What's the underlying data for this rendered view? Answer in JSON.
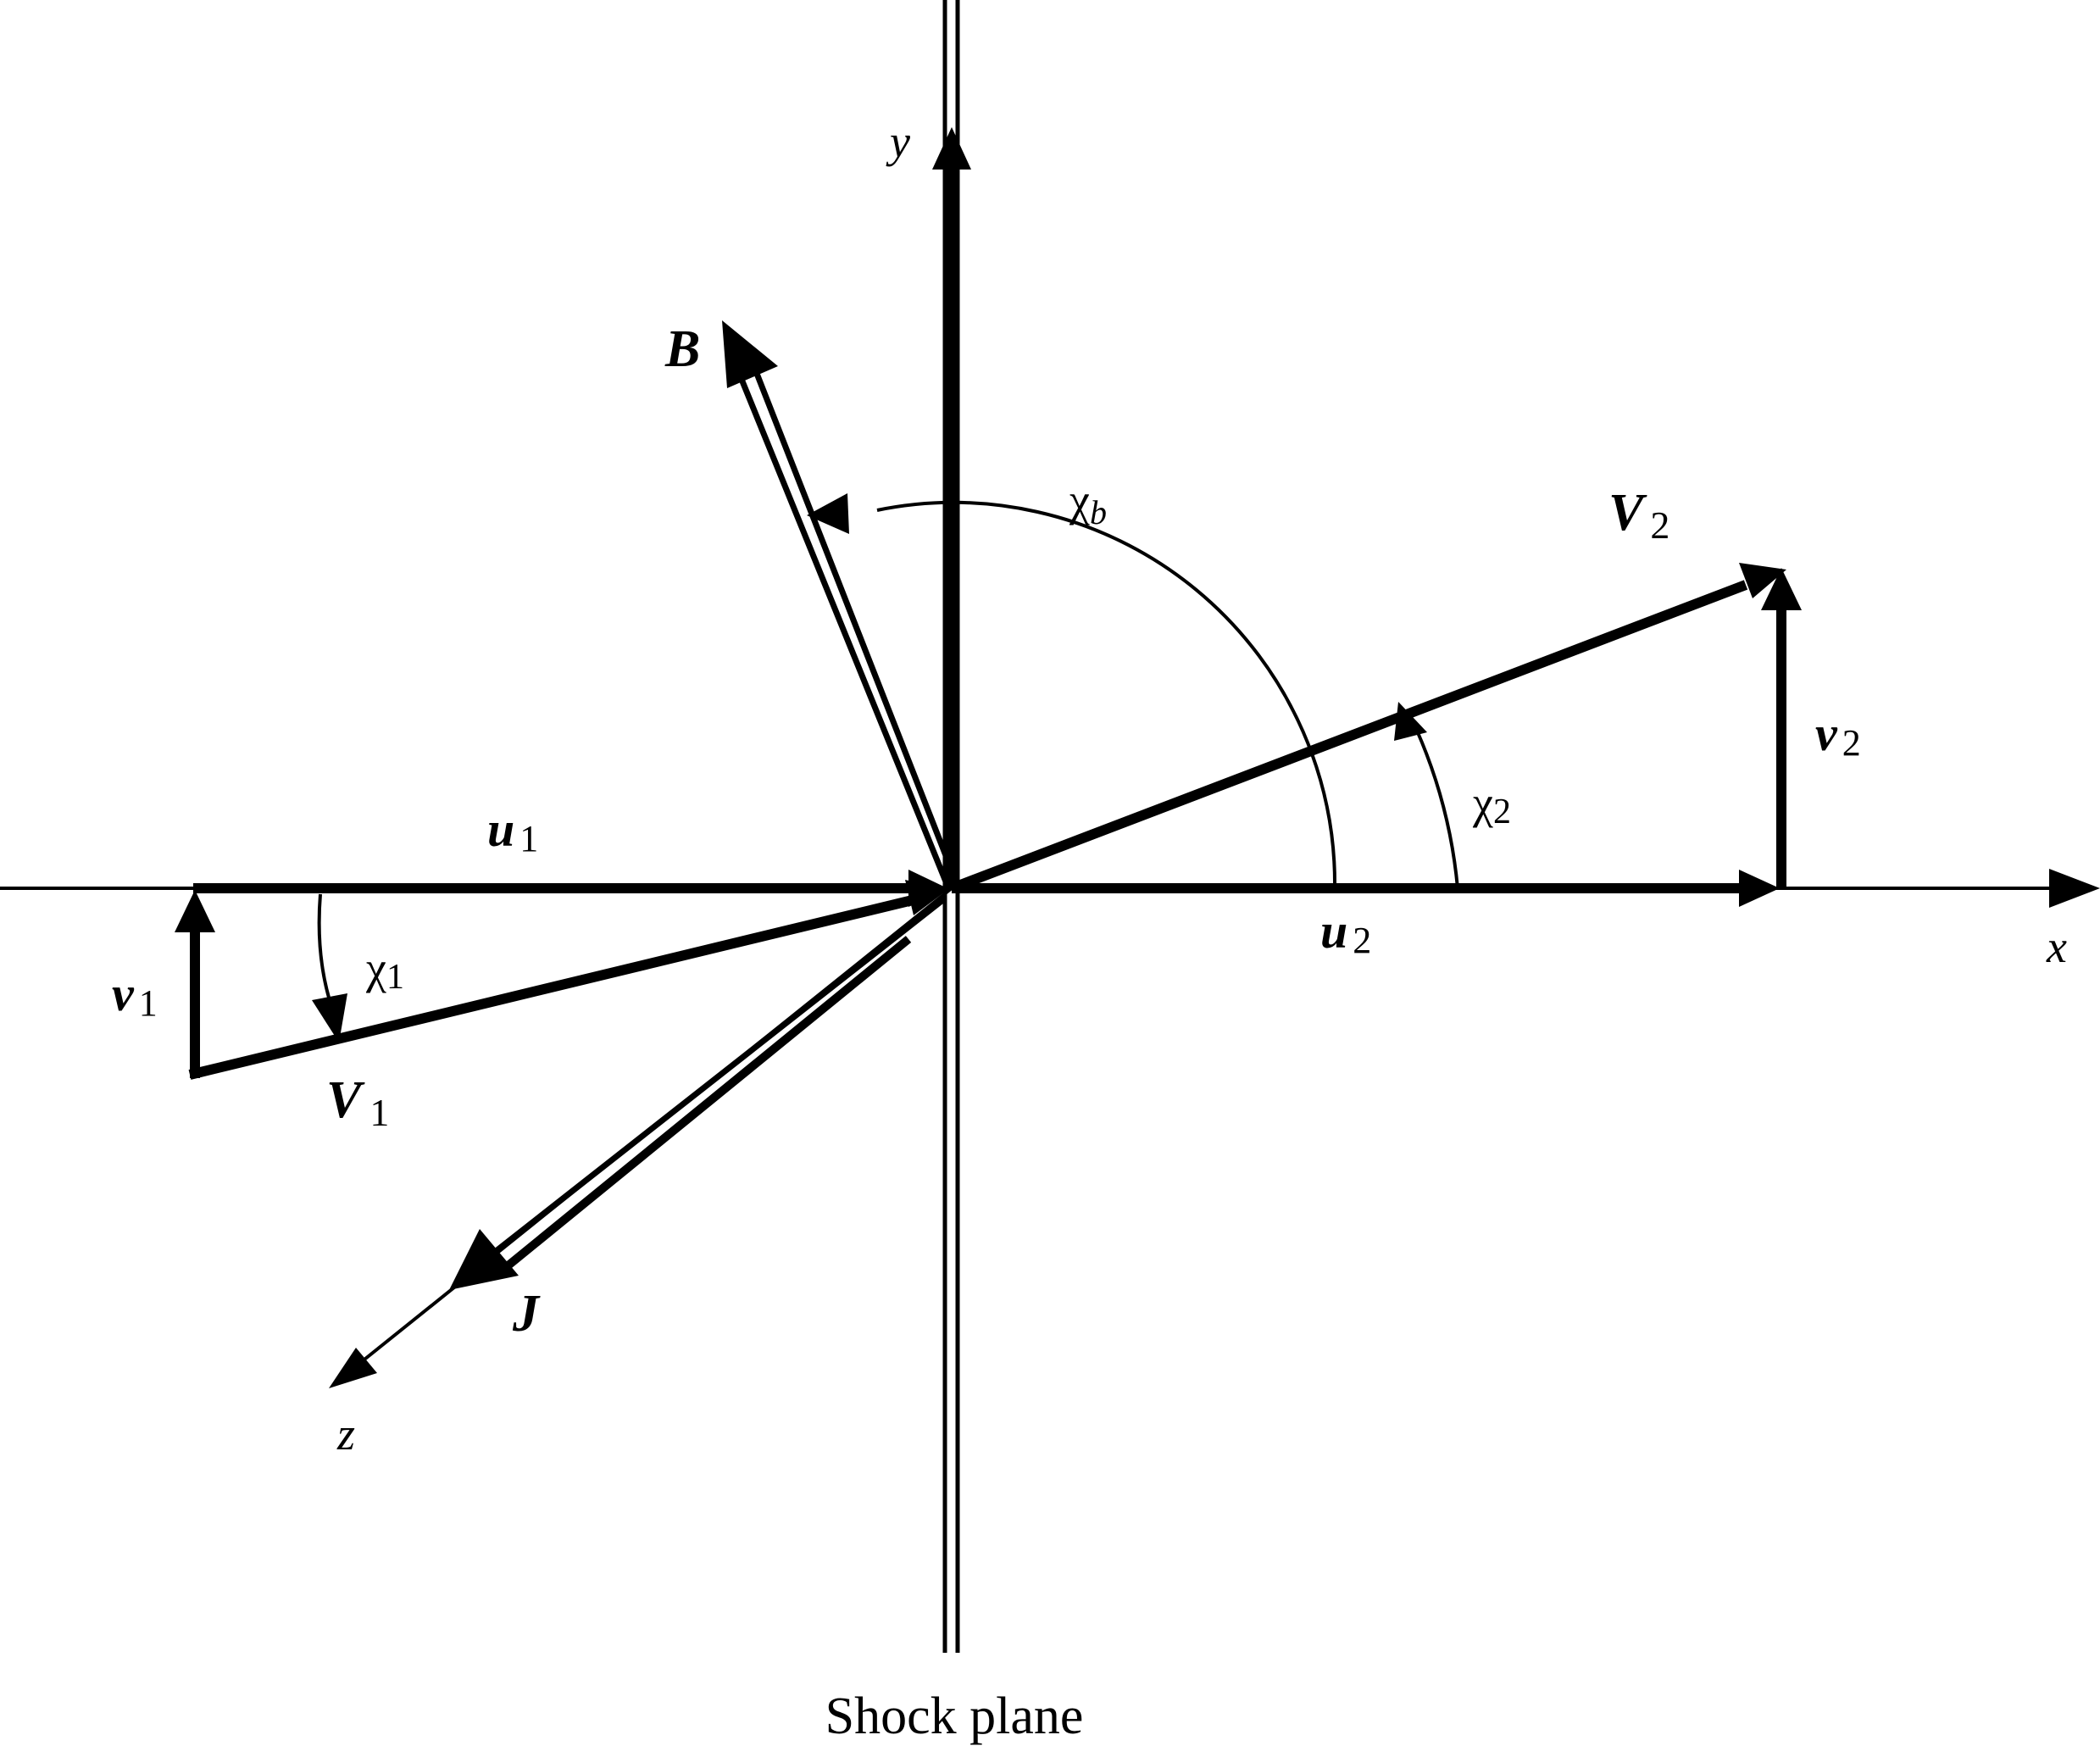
{
  "labels": {
    "y_axis": "y",
    "x_axis": "x",
    "z_axis": "z",
    "B": "B",
    "J": "J",
    "chi_b": "χ",
    "chi_b_sub": "b",
    "V2": "V",
    "V2_sub": "2",
    "v2": "v",
    "v2_sub": "2",
    "chi2": "χ",
    "chi2_sub": "2",
    "u1": "u",
    "u1_sub": "1",
    "u2": "u",
    "u2_sub": "2",
    "v1": "v",
    "v1_sub": "1",
    "chi1": "χ",
    "chi1_sub": "1",
    "V1": "V",
    "V1_sub": "1",
    "shock_plane": "Shock plane"
  },
  "colors": {
    "ink": "#000000",
    "background": "#ffffff"
  }
}
